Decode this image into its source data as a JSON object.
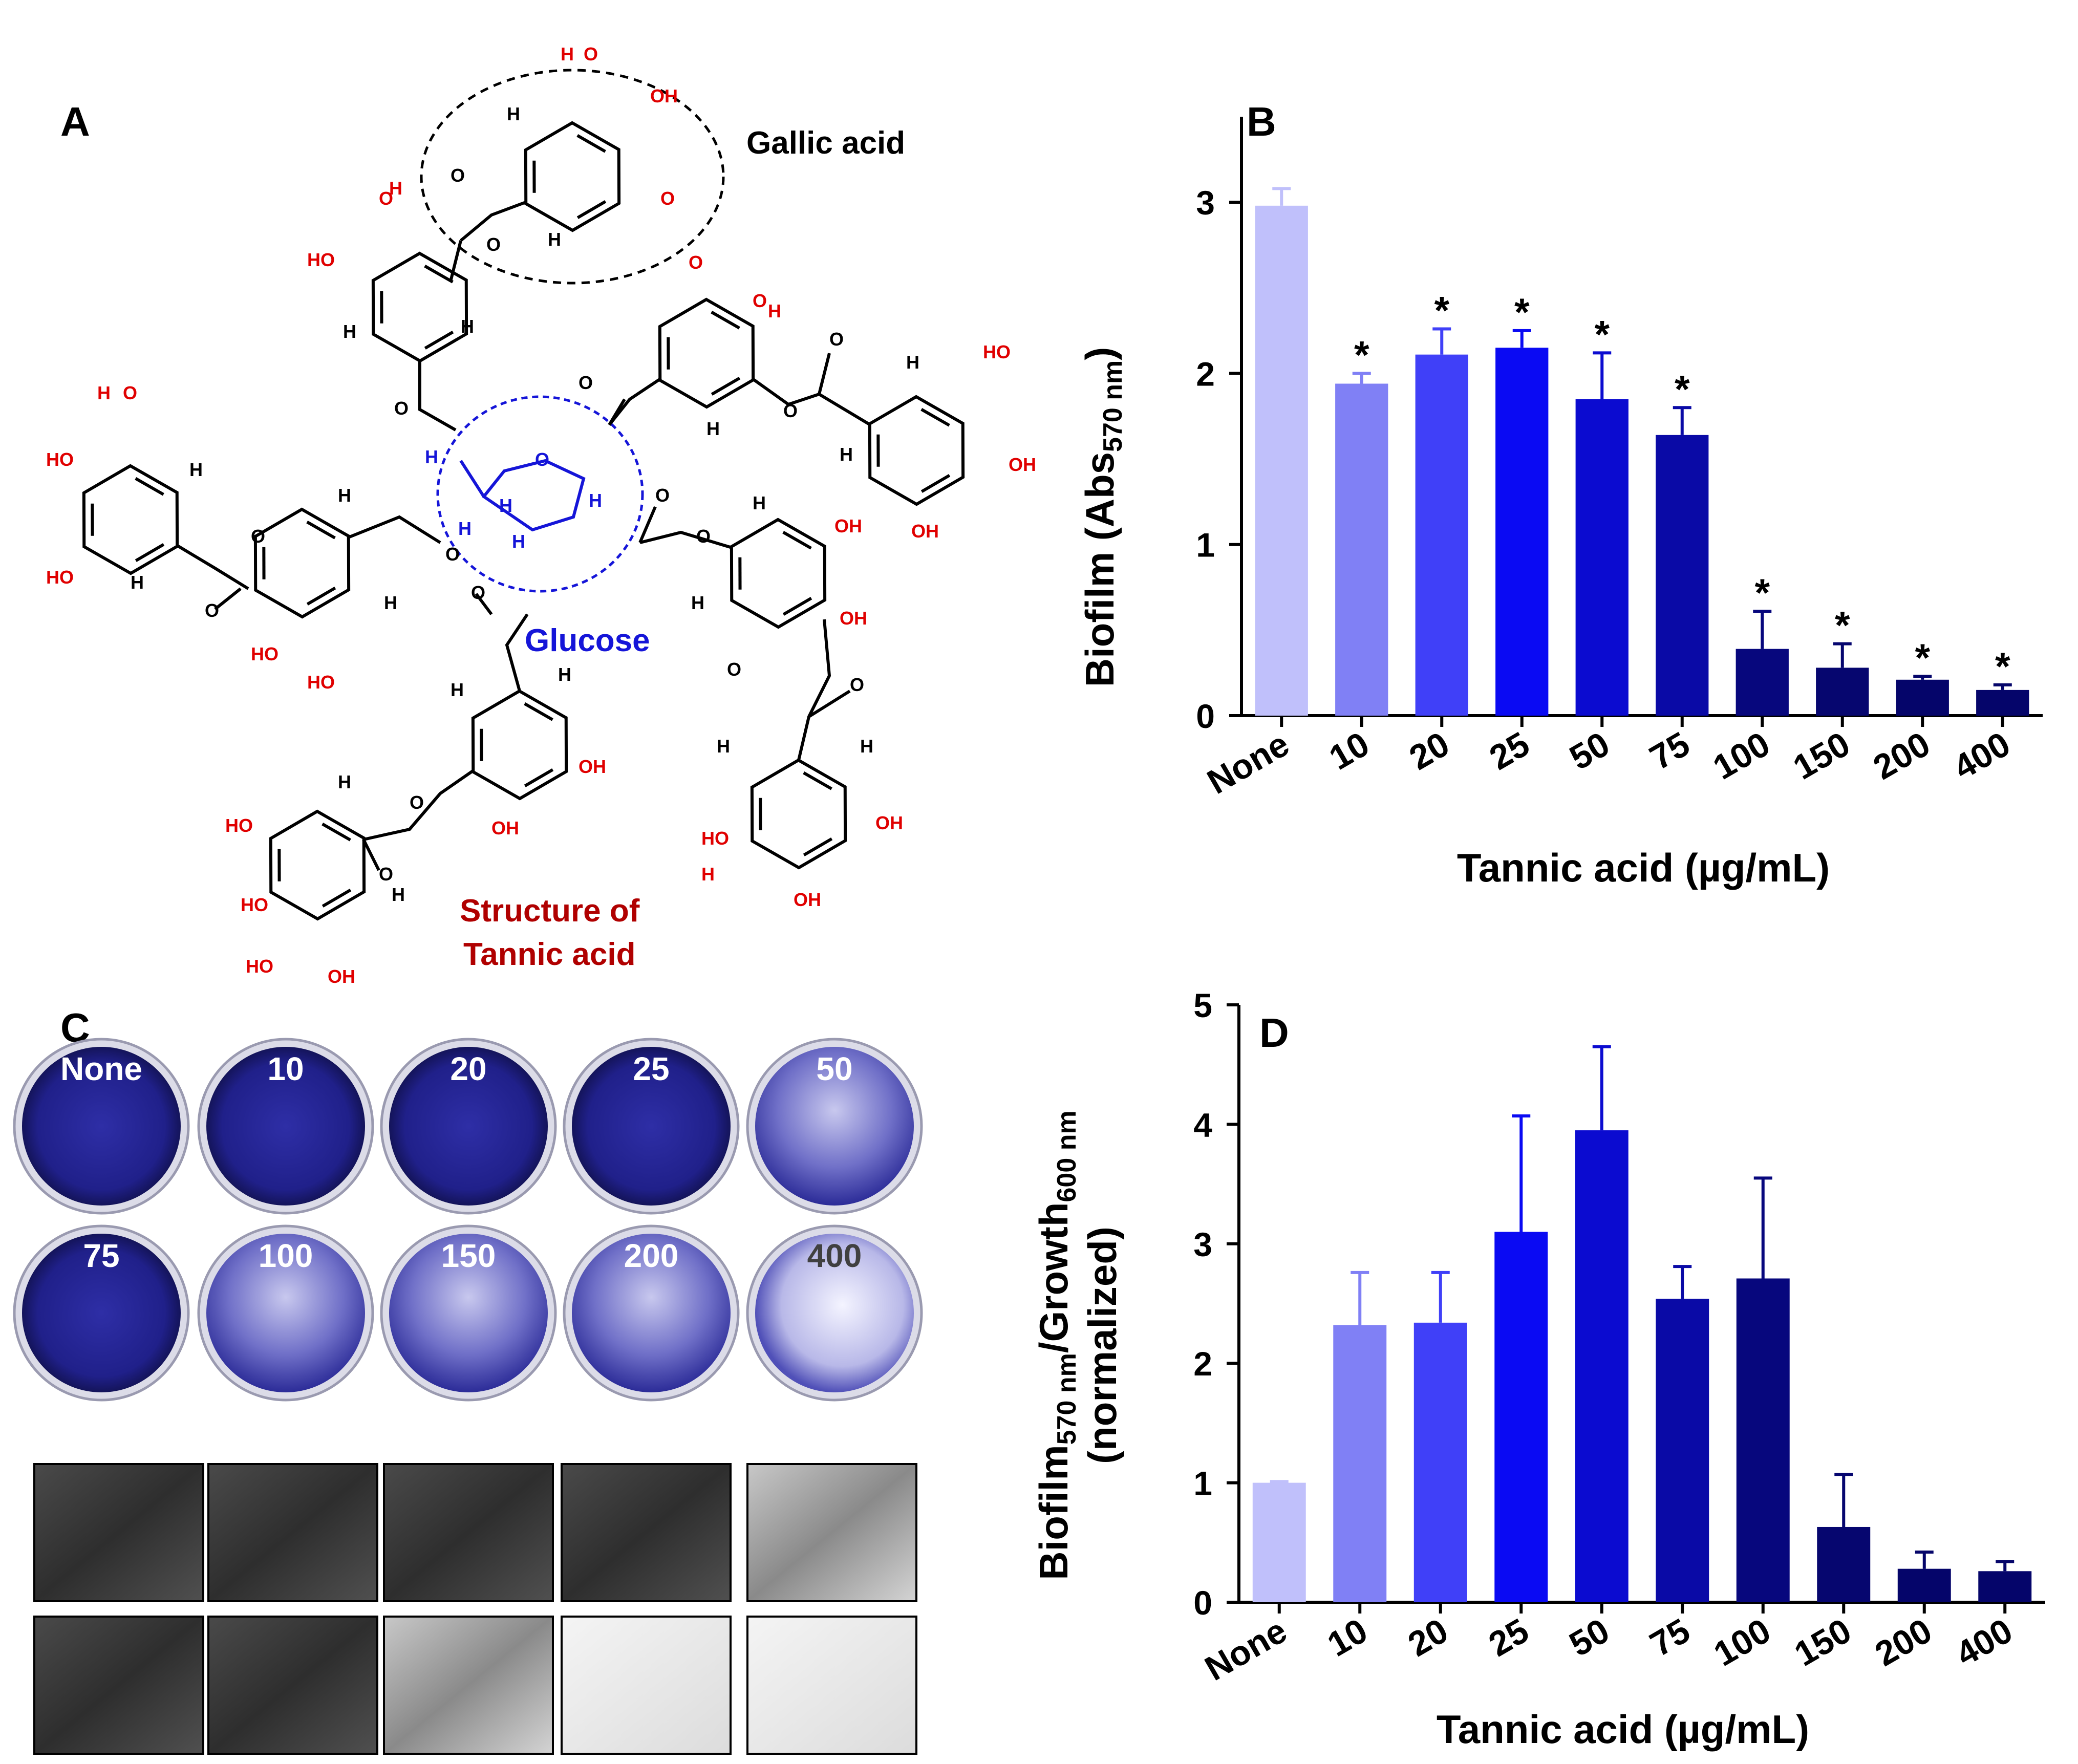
{
  "figure": {
    "panel_letters": [
      "A",
      "B",
      "C",
      "D"
    ]
  },
  "panel_a": {
    "gallic_label": "Gallic acid",
    "glucose_label": "Glucose",
    "structure_line1": "Structure of",
    "structure_line2": "Tannic acid",
    "atom_color_oh": "#e00000",
    "atom_color_glucose": "#1515d8"
  },
  "panel_c": {
    "wells_row1": [
      "None",
      "10",
      "20",
      "25",
      "50"
    ],
    "wells_row2": [
      "75",
      "100",
      "150",
      "200",
      "400"
    ],
    "stain_color": "#2c2c9c"
  },
  "colors": [
    "#c0c0fb",
    "#8080f5",
    "#4040f8",
    "#0a0af3",
    "#0b0bd0",
    "#0a0aa6",
    "#07077d",
    "#06066f",
    "#05056a",
    "#05056a"
  ],
  "chart_data": [
    {
      "type": "bar",
      "panel": "B",
      "categories": [
        "None",
        "10",
        "20",
        "25",
        "50",
        "75",
        "100",
        "150",
        "200",
        "400"
      ],
      "values": [
        2.98,
        1.94,
        2.11,
        2.15,
        1.85,
        1.64,
        0.39,
        0.28,
        0.21,
        0.15
      ],
      "errors": [
        0.1,
        0.06,
        0.15,
        0.1,
        0.27,
        0.16,
        0.22,
        0.14,
        0.02,
        0.03
      ],
      "significant": [
        false,
        true,
        true,
        true,
        true,
        true,
        true,
        true,
        true,
        true
      ],
      "significance_marker": "*",
      "xlabel": "Tannic acid (µg/mL)",
      "ylabel_main": "Biofilm (Abs",
      "ylabel_sub": "570 nm",
      "ylabel_end": ")",
      "ylim": [
        0,
        3.5
      ],
      "yticks": [
        0,
        1,
        2,
        3
      ]
    },
    {
      "type": "bar",
      "panel": "D",
      "categories": [
        "None",
        "10",
        "20",
        "25",
        "50",
        "75",
        "100",
        "150",
        "200",
        "400"
      ],
      "values": [
        1.0,
        2.32,
        2.34,
        3.1,
        3.95,
        2.54,
        2.71,
        0.63,
        0.28,
        0.26
      ],
      "errors": [
        0.01,
        0.44,
        0.42,
        0.97,
        0.7,
        0.27,
        0.84,
        0.44,
        0.14,
        0.08
      ],
      "xlabel": "Tannic acid (µg/mL)",
      "ylabel_parts": [
        "Biofilm",
        "570 nm",
        "/Growth",
        "600 nm"
      ],
      "ylabel_line2": "(normalized)",
      "ylim": [
        0,
        5
      ],
      "yticks": [
        0,
        1,
        2,
        3,
        4,
        5
      ]
    }
  ]
}
